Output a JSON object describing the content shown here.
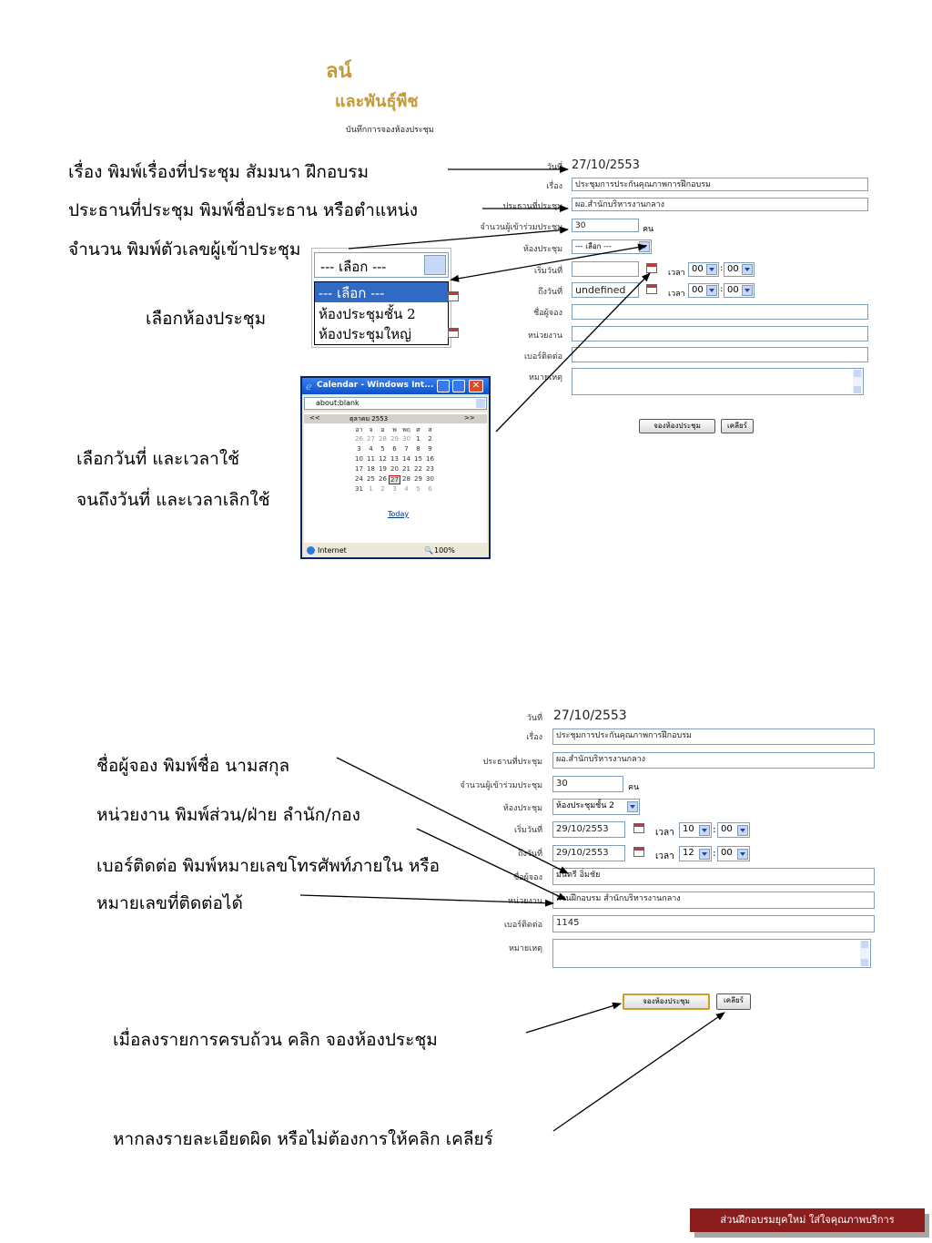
{
  "brand": {
    "line1": "ลน์",
    "line2": "และพันธุ์พืช",
    "form_title": "บันทึกการจองห้องประชุม"
  },
  "form1": {
    "labels": {
      "date": "วันที่",
      "subject": "เรื่อง",
      "chair": "ประธานที่ประชุม",
      "attendees": "จำนวนผู้เข้าร่วมประชุม",
      "room": "ห้องประชุม",
      "start_date": "เริ่มวันที่",
      "end_date": "ถึงวันที่",
      "booker": "ชื่อผู้จอง",
      "unit": "หน่วยงาน",
      "phone": "เบอร์ติดต่อ",
      "remark": "หมายเหตุ",
      "time": "เวลา",
      "people": "คน"
    },
    "values": {
      "date": "27/10/2553",
      "subject": "ประชุมการประกันคุณภาพการฝึกอบรม",
      "chair": "ผอ.สำนักบริหารงานกลาง",
      "attendees": "30",
      "room": "--- เลือก ---",
      "start_date": "",
      "end_date": "undefined",
      "start_hour": "00",
      "start_min": "00",
      "end_hour": "00",
      "end_min": "00"
    },
    "buttons": {
      "book": "จองห้องประชุม",
      "clear": "เคลียร์"
    }
  },
  "room_dropdown": {
    "selected": "--- เลือก ---",
    "options": [
      "--- เลือก ---",
      "ห้องประชุมชั้น 2",
      "ห้องประชุมใหญ่"
    ]
  },
  "calendar": {
    "window_title": "Calendar - Windows Int...",
    "address": "about:blank",
    "prev": "<<",
    "next": ">>",
    "month": "ตุลาคม 2553",
    "weekdays": [
      "อา",
      "จ",
      "อ",
      "พ",
      "พฤ",
      "ศ",
      "ส"
    ],
    "weeks": [
      [
        "26",
        "27",
        "28",
        "29",
        "30",
        "1",
        "2"
      ],
      [
        "3",
        "4",
        "5",
        "6",
        "7",
        "8",
        "9"
      ],
      [
        "10",
        "11",
        "12",
        "13",
        "14",
        "15",
        "16"
      ],
      [
        "17",
        "18",
        "19",
        "20",
        "21",
        "22",
        "23"
      ],
      [
        "24",
        "25",
        "26",
        "27",
        "28",
        "29",
        "30"
      ],
      [
        "31",
        "1",
        "2",
        "3",
        "4",
        "5",
        "6"
      ]
    ],
    "today": "Today",
    "status_zone": "Internet",
    "zoom": "100%"
  },
  "notes_top": {
    "subject": "เรื่อง พิมพ์เรื่องที่ประชุม สัมมนา ฝึกอบรม",
    "chair": "ประธานที่ประชุม พิมพ์ชื่อประธาน หรือตำแหน่ง",
    "attendees": "จำนวน พิมพ์ตัวเลขผู้เข้าประชุม",
    "room": "เลือกห้องประชุม",
    "date1": "เลือกวันที่  และเวลาใช้",
    "date2": "จนถึงวันที่ และเวลาเลิกใช้"
  },
  "form2": {
    "values": {
      "date": "27/10/2553",
      "subject": "ประชุมการประกันคุณภาพการฝึกอบรม",
      "chair": "ผอ.สำนักบริหารงานกลาง",
      "attendees": "30",
      "room": "ห้องประชุมชั้น 2",
      "start_date": "29/10/2553",
      "end_date": "29/10/2553",
      "start_hour": "10",
      "start_min": "00",
      "end_hour": "12",
      "end_min": "00",
      "booker": "มนตรี อิ่มชัย",
      "unit": "ส่วนฝึกอบรม สำนักบริหารงานกลาง",
      "phone": "1145"
    }
  },
  "notes_bottom": {
    "booker": "ชื่อผู้จอง พิมพ์ชื่อ นามสกุล",
    "unit": "หน่วยงาน พิมพ์ส่วน/ฝ่าย  ลำนัก/กอง",
    "phone1": "เบอร์ติดต่อ พิมพ์หมายเลขโทรศัพท์ภายใน หรือ",
    "phone2": "หมายเลขที่ติดต่อได้",
    "book": "เมื่อลงรายการครบถ้วน คลิก จองห้องประชุม",
    "clear": "หากลงรายละเอียดผิด หรือไม่ต้องการให้คลิก เคลียร์"
  },
  "footer": "ส่วนฝึกอบรมยุคใหม่ ใส่ใจคุณภาพบริการ"
}
